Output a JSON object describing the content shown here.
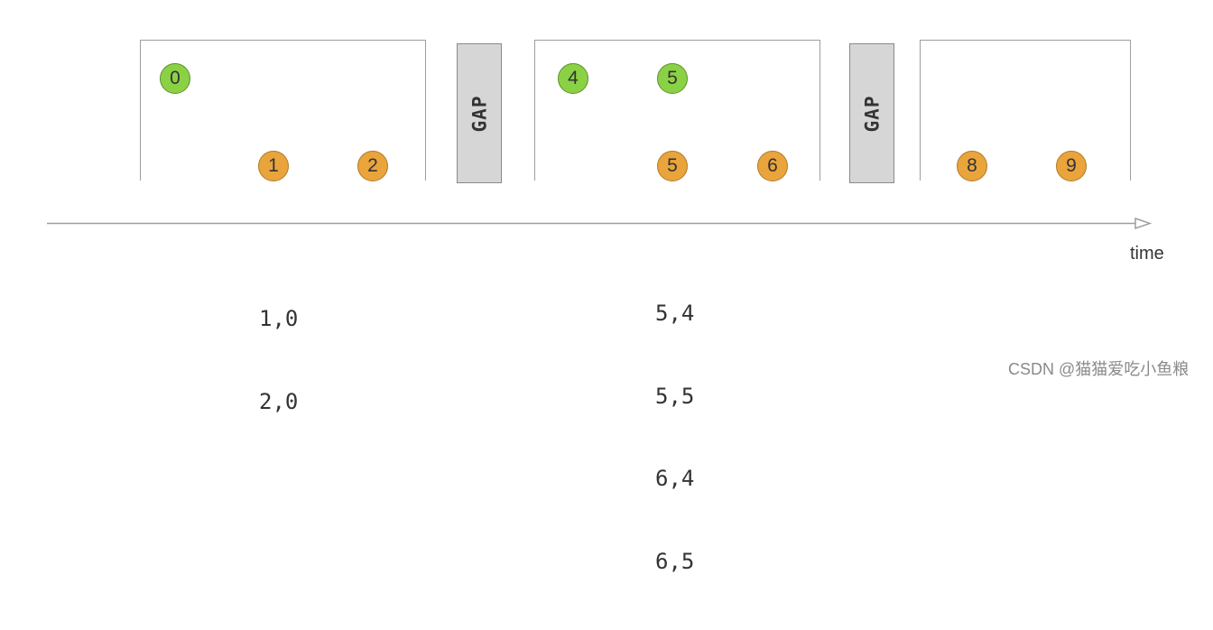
{
  "gaps": [
    {
      "id": "gap-1",
      "label": "GAP"
    },
    {
      "id": "gap-2",
      "label": "GAP"
    }
  ],
  "elements": [
    {
      "label": "0",
      "color": "#8bd145",
      "stream": "green"
    },
    {
      "label": "1",
      "color": "#eaa43c",
      "stream": "orange"
    },
    {
      "label": "2",
      "color": "#eaa43c",
      "stream": "orange"
    },
    {
      "label": "4",
      "color": "#8bd145",
      "stream": "green"
    },
    {
      "label": "5",
      "color": "#8bd145",
      "stream": "green"
    },
    {
      "label": "5",
      "color": "#eaa43c",
      "stream": "orange"
    },
    {
      "label": "6",
      "color": "#eaa43c",
      "stream": "orange"
    },
    {
      "label": "8",
      "color": "#eaa43c",
      "stream": "orange"
    },
    {
      "label": "9",
      "color": "#eaa43c",
      "stream": "orange"
    }
  ],
  "axis": {
    "label": "time"
  },
  "results": [
    {
      "window": 1,
      "pairs": [
        "1,0",
        "2,0"
      ]
    },
    {
      "window": 2,
      "pairs": [
        "5,4",
        "5,5",
        "6,4",
        "6,5"
      ]
    }
  ],
  "watermark": "CSDN @猫猫爱吃小鱼粮"
}
